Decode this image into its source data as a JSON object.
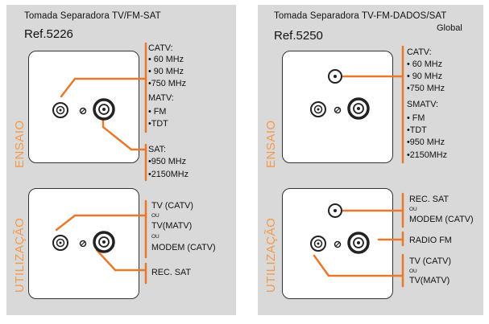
{
  "left": {
    "title": "Tomada Separadora TV/FM-SAT",
    "ref": "Ref.5226",
    "ensaio": "ENSAIO",
    "utilizacao": "UTILIZAÇÃO",
    "test_labels": [
      "CATV:",
      "• 60 MHz",
      "• 90 MHz",
      "•750 MHz",
      "MATV:",
      "• FM",
      "•TDT"
    ],
    "sat_labels": [
      "SAT:",
      "•950 MHz",
      "•2150MHz"
    ],
    "use_labels": {
      "tv_catv": "TV (CATV)",
      "ou1": "OU",
      "tv_matv": "TV(MATV)",
      "ou2": "OU",
      "modem": "MODEM (CATV)",
      "rec_sat": "REC. SAT"
    }
  },
  "right": {
    "title": "Tomada Separadora TV-FM-DADOS/SAT",
    "global": "Global",
    "ref": "Ref.5250",
    "ensaio": "ENSAIO",
    "utilizacao": "UTILIZAÇÃO",
    "test_labels": [
      "CATV:",
      "• 60 MHz",
      "• 90 MHz",
      "•750 MHz",
      "SMATV:",
      "• FM",
      "•TDT",
      "•950 MHz",
      "•2150MHz"
    ],
    "use_labels": {
      "rec_sat": "REC. SAT",
      "ou1": "OU",
      "modem": "MODEM (CATV)",
      "radio_fm": "RADIO FM",
      "tv_catv": "TV (CATV)",
      "ou2": "OU",
      "tv_matv": "TV(MATV)"
    }
  },
  "colors": {
    "accent": "#e8782a",
    "panel": "#d9d9d9",
    "label_orange": "#f39a4a"
  }
}
